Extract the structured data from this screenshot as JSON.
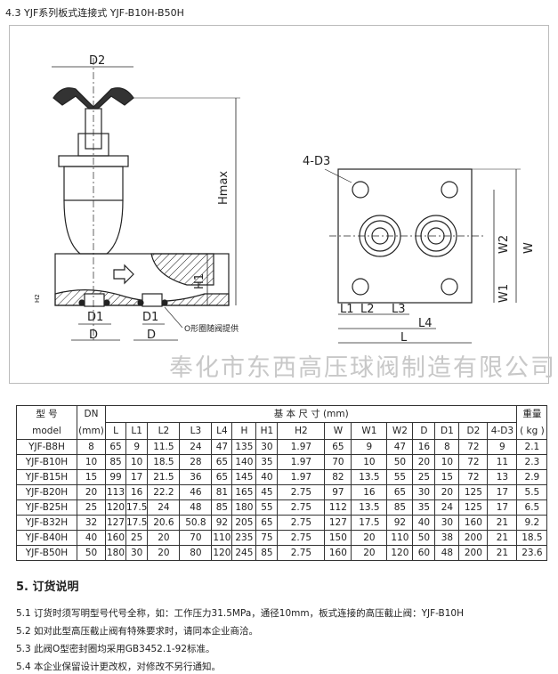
{
  "title": "4.3 YJF系列板式连接式 YJF-B10H-B50H",
  "drawing": {
    "labels": {
      "D2": "D2",
      "Hmax": "Hmax",
      "H1": "H1",
      "H2": "H2",
      "D1a": "D1",
      "D1b": "D1",
      "Da": "D",
      "Db": "D",
      "oring": "O形圈随阀提供",
      "D3": "4-D3",
      "W": "W",
      "W1": "W1",
      "W2": "W2",
      "L": "L",
      "L1": "L1",
      "L2": "L2",
      "L3": "L3",
      "L4": "L4"
    },
    "watermark": "奉化市东西高压球阀制造有限公司"
  },
  "table": {
    "model_header": "型 号",
    "model_sub": "model",
    "dn_header": "DN",
    "dn_sub": "(mm)",
    "dims_header": "基 本 尺 寸 (mm)",
    "weight_header": "重量",
    "weight_sub": "( kg )",
    "columns": [
      "L",
      "L1",
      "L2",
      "L3",
      "L4",
      "H",
      "H1",
      "H2",
      "W",
      "W1",
      "W2",
      "D",
      "D1",
      "D2",
      "4-D3"
    ],
    "rows": [
      [
        "YJF-B8H",
        "8",
        "65",
        "9",
        "11.5",
        "24",
        "47",
        "135",
        "30",
        "1.97",
        "65",
        "9",
        "47",
        "16",
        "8",
        "72",
        "9",
        "2.1"
      ],
      [
        "YJF-B10H",
        "10",
        "85",
        "10",
        "18.5",
        "28",
        "65",
        "140",
        "35",
        "1.97",
        "70",
        "10",
        "50",
        "20",
        "10",
        "72",
        "11",
        "2.3"
      ],
      [
        "YJF-B15H",
        "15",
        "99",
        "17",
        "21.5",
        "36",
        "65",
        "145",
        "40",
        "1.97",
        "82",
        "13.5",
        "55",
        "25",
        "15",
        "72",
        "13",
        "2.9"
      ],
      [
        "YJF-B20H",
        "20",
        "113",
        "16",
        "22.2",
        "46",
        "81",
        "165",
        "45",
        "2.75",
        "97",
        "16",
        "65",
        "30",
        "20",
        "125",
        "17",
        "5.5"
      ],
      [
        "YJF-B25H",
        "25",
        "120",
        "17.5",
        "24",
        "48",
        "85",
        "180",
        "55",
        "2.75",
        "112",
        "13.5",
        "85",
        "35",
        "24",
        "125",
        "17",
        "6.5"
      ],
      [
        "YJF-B32H",
        "32",
        "127",
        "17.5",
        "20.6",
        "50.8",
        "92",
        "205",
        "65",
        "2.75",
        "127",
        "17.5",
        "92",
        "40",
        "30",
        "160",
        "21",
        "9.2"
      ],
      [
        "YJF-B40H",
        "40",
        "160",
        "25",
        "20",
        "70",
        "110",
        "235",
        "75",
        "2.75",
        "150",
        "20",
        "110",
        "50",
        "38",
        "200",
        "21",
        "18.5"
      ],
      [
        "YJF-B50H",
        "50",
        "180",
        "30",
        "20",
        "80",
        "120",
        "245",
        "85",
        "2.75",
        "160",
        "20",
        "120",
        "60",
        "48",
        "200",
        "21",
        "23.6"
      ]
    ]
  },
  "section5": {
    "heading": "5. 订货说明",
    "notes": [
      "5.1 订货时须写明型号代号全称，如：工作压力31.5MPa，通径10mm，板式连接的高压截止阀：YJF-B10H",
      "5.2 如对此型高压截止阀有特殊要求时，请同本企业商洽。",
      "5.3 此阀O型密封圈均采用GB3452.1-92标准。",
      "5.4 本企业保留设计更改权，对修改不另行通知。"
    ]
  }
}
